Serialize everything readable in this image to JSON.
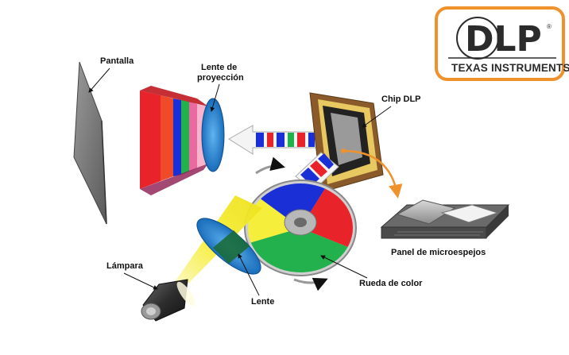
{
  "logo": {
    "brand": "DLP",
    "registered": "®",
    "company": "TEXAS INSTRUMENTS"
  },
  "labels": {
    "screen": "Pantalla",
    "lens_projection_line1": "Lente de",
    "lens_projection_line2": "proyección",
    "chip": "Chip DLP",
    "mirror_panel": "Panel de microespejos",
    "color_wheel": "Rueda de color",
    "lamp": "Lámpara",
    "lens": "Lente"
  },
  "colors": {
    "red": "#e8242a",
    "green": "#22b14c",
    "blue": "#1a2fd6",
    "yellow": "#f5ee3a",
    "logo_orange": "#f0922b",
    "chip_frame": "#8a5a2a",
    "lens_blue": "#1c7fd1"
  }
}
